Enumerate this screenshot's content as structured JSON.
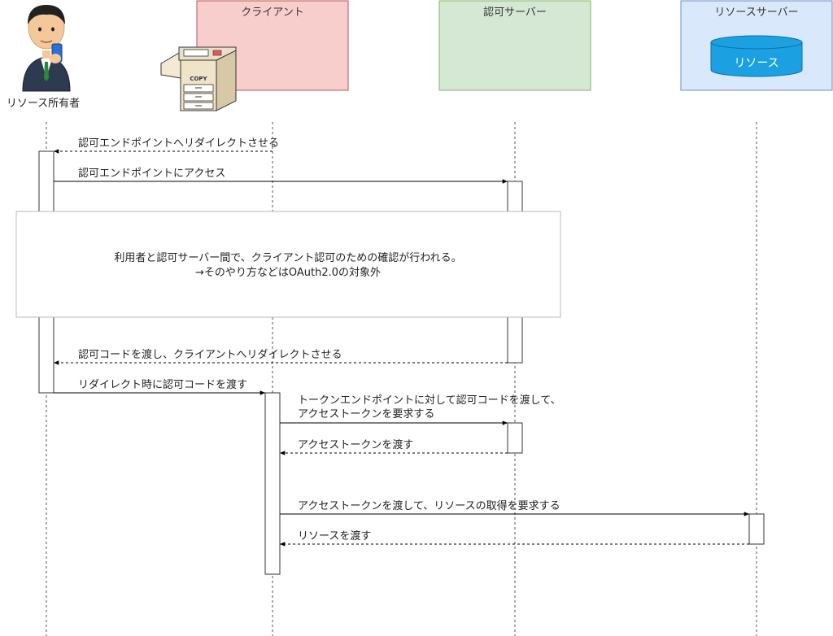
{
  "actors": {
    "owner": {
      "label": "リソース所有者"
    },
    "client": {
      "label": "クライアント",
      "fill": "#f8cecc",
      "stroke": "#b85450",
      "printer_text": "COPY"
    },
    "auth_server": {
      "label": "認可サーバー",
      "fill": "#d5e8d4",
      "stroke": "#82b366"
    },
    "resource_server": {
      "label": "リソースサーバー",
      "fill": "#dae8fc",
      "stroke": "#6c8ebf",
      "db_label": "リソース",
      "db_fill": "#1ba1e2"
    }
  },
  "messages": [
    {
      "label": "認可エンドポイントへリダイレクトさせる",
      "style": "dashed"
    },
    {
      "label": "認可エンドポイントにアクセス",
      "style": "solid"
    },
    {
      "label": "認可コードを渡し、クライアントへリダイレクトさせる",
      "style": "dashed"
    },
    {
      "label": "リダイレクト時に認可コードを渡す",
      "style": "solid"
    },
    {
      "label_lines": [
        "トークンエンドポイントに対して認可コードを渡して、",
        "アクセストークンを要求する"
      ],
      "style": "solid"
    },
    {
      "label": "アクセストークンを渡す",
      "style": "dashed"
    },
    {
      "label": "アクセストークンを渡して、リソースの取得を要求する",
      "style": "solid"
    },
    {
      "label": "リソースを渡す",
      "style": "dashed"
    }
  ],
  "note": {
    "line1": "利用者と認可サーバー間で、クライアント認可のための確認が行われる。",
    "line2": "→そのやり方などはOAuth2.0の対象外"
  }
}
